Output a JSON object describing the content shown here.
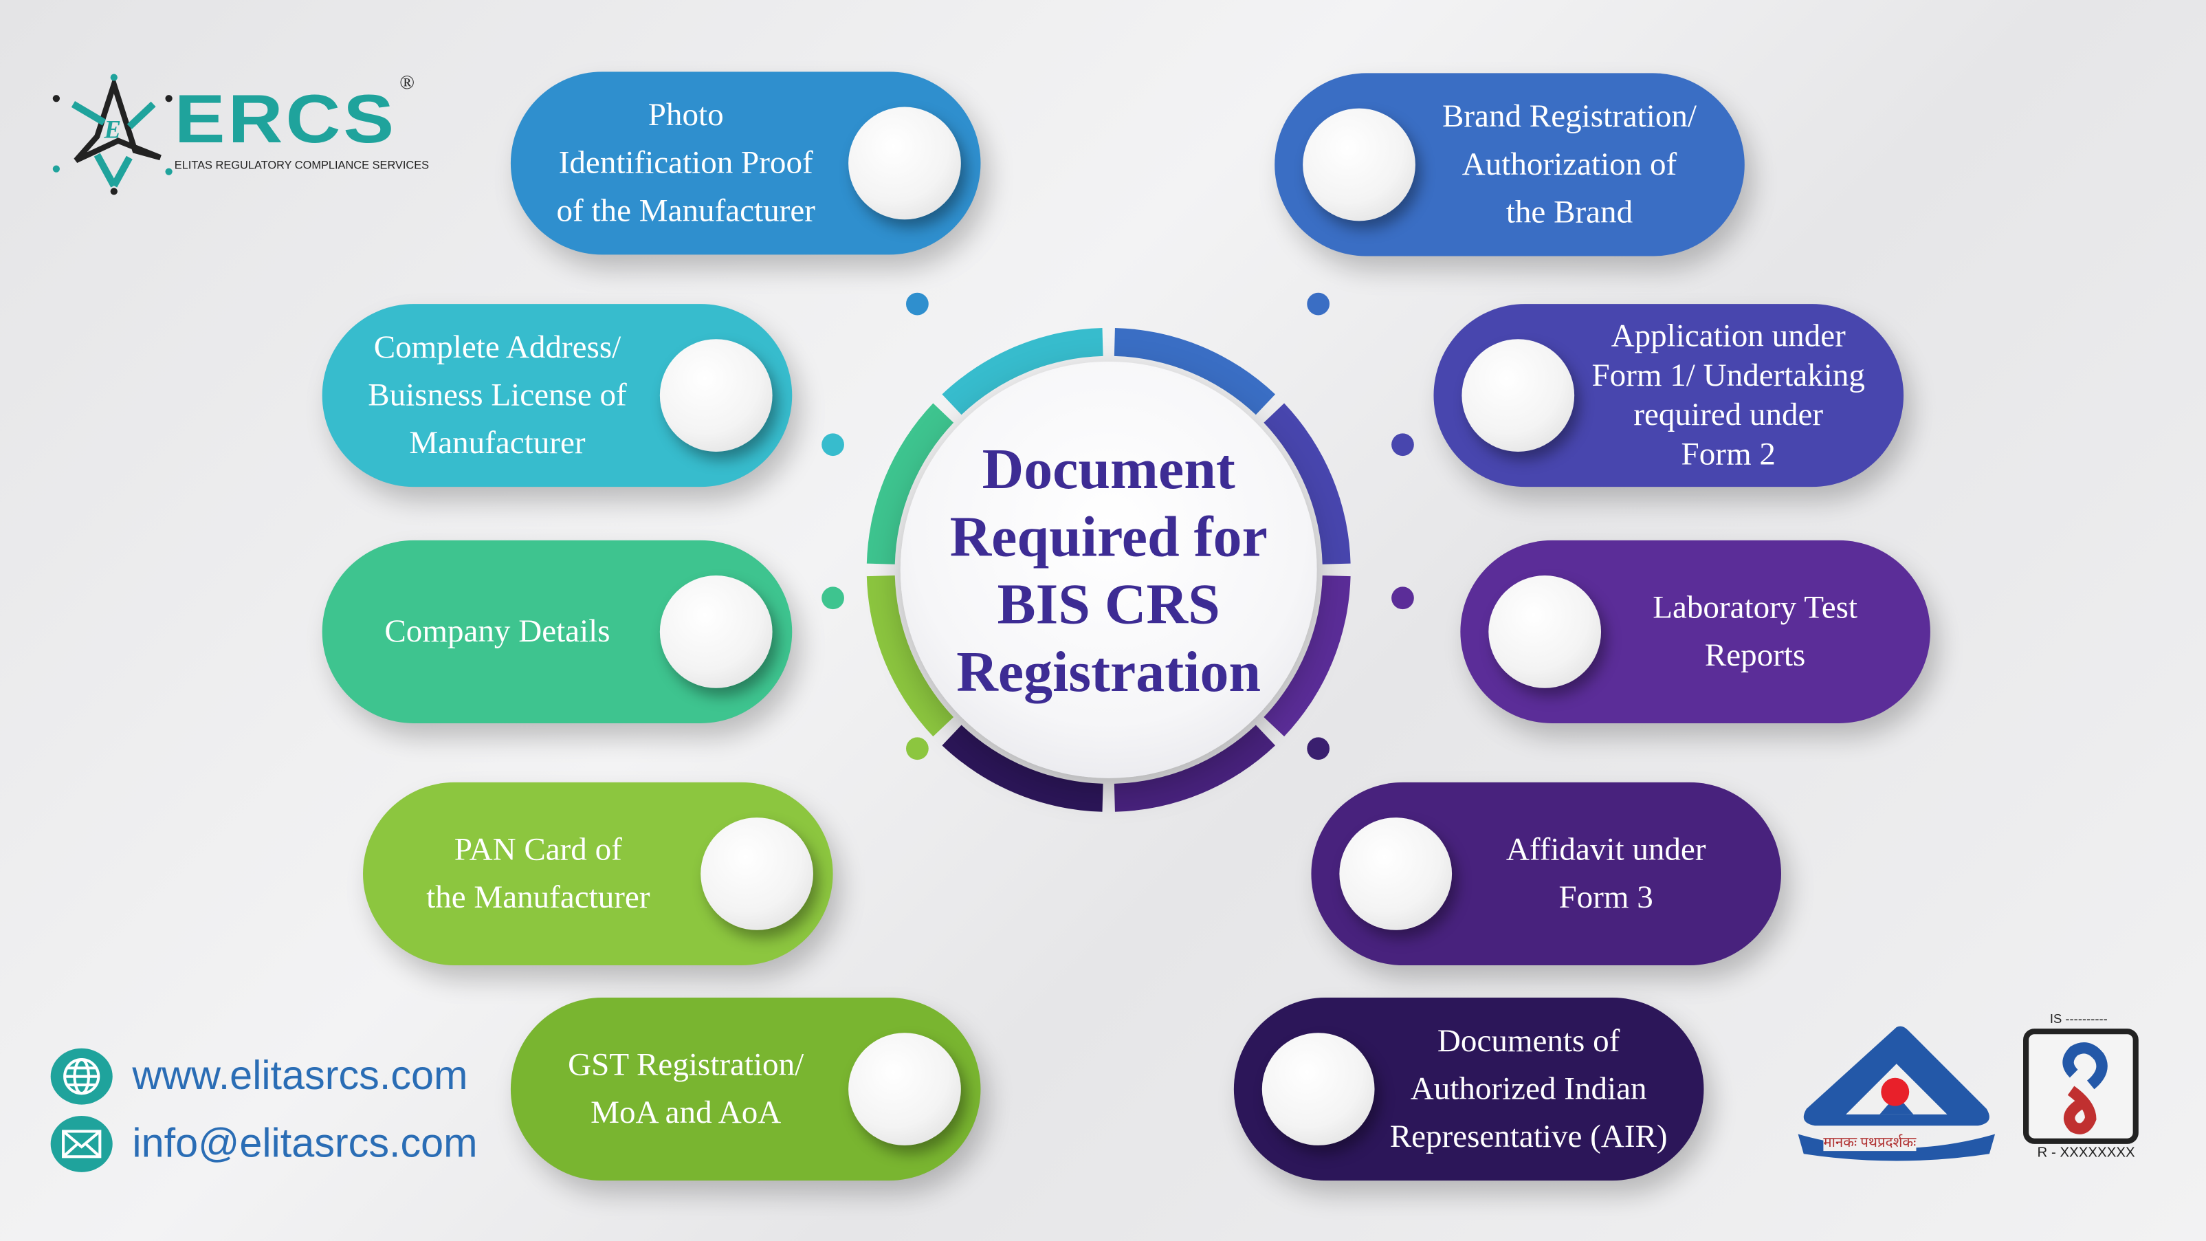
{
  "logo": {
    "brand": "ERCS",
    "tagline": "ELITAS REGULATORY COMPLIANCE SERVICES",
    "registered": "®"
  },
  "title": "Document\nRequired for\nBIS CRS\nRegistration",
  "left_items": [
    {
      "label": "Photo\nIdentification Proof\nof the Manufacturer",
      "color": "#2f8fce"
    },
    {
      "label": "Complete Address/\nBuisness License of\nManufacturer",
      "color": "#37bccd"
    },
    {
      "label": "Company Details",
      "color": "#3ec48f"
    },
    {
      "label": "PAN Card of\nthe Manufacturer",
      "color": "#8cc63f"
    },
    {
      "label": "GST Registration/\nMoA and AoA",
      "color": "#79b530"
    }
  ],
  "right_items": [
    {
      "label": "Brand Registration/\nAuthorization of\nthe Brand",
      "color": "#3a6ec4"
    },
    {
      "label": "Application under\nForm 1/ Undertaking\nrequired under\nForm 2",
      "color": "#4846ae"
    },
    {
      "label": "Laboratory Test\nReports",
      "color": "#5b2d98"
    },
    {
      "label": "Affidavit under\nForm 3",
      "color": "#48227d"
    },
    {
      "label": "Documents of\nAuthorized Indian\nRepresentative (AIR)",
      "color": "#2c1659"
    }
  ],
  "ring_colors": [
    "#3a6ec4",
    "#4846ae",
    "#5b2d98",
    "#48227d",
    "#2c1659",
    "#8cc63f",
    "#3ec48f",
    "#37bccd"
  ],
  "contact": {
    "website": "www.elitasrcs.com",
    "email": "info@elitasrcs.com"
  },
  "marks": {
    "bis_text": "मानकः पथप्रदर्शकः",
    "is_label": "IS ----------",
    "reg_no": "R - XXXXXXXX"
  }
}
